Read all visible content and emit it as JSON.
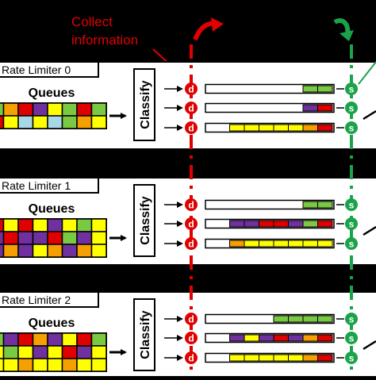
{
  "header": {
    "collect_label_line1": "Collect",
    "collect_label_line2": "information"
  },
  "colors": {
    "background": "#000000",
    "panel": "#ffffff",
    "red_line": "#e00000",
    "green_line": "#1aa34a",
    "yellow": "#ffff00",
    "orange": "#f5a000",
    "purple": "#7030a0",
    "red": "#e00000",
    "green": "#7ac943",
    "light_blue": "#a6d8e6"
  },
  "queues_label": "Queues",
  "classify_label": "Classify",
  "d_label": "d",
  "s_label": "s",
  "limiters": [
    {
      "title": "Rate Limiter 0",
      "queue_rows": [
        [
          "green",
          "orange",
          "red",
          "purple",
          "yellow",
          "green",
          "red",
          "green"
        ],
        [
          "red",
          "yellow",
          "light_blue",
          "yellow",
          "light_blue",
          "green",
          "orange",
          "yellow"
        ]
      ],
      "flows": [
        [
          "green",
          "green"
        ],
        [
          "purple",
          "red"
        ],
        [
          "yellow",
          "yellow",
          "yellow",
          "yellow",
          "yellow",
          "orange",
          "red"
        ]
      ]
    },
    {
      "title": "Rate Limiter 1",
      "queue_rows": [
        [
          "red",
          "yellow",
          "red",
          "yellow",
          "purple",
          "yellow",
          "green",
          "yellow"
        ],
        [
          "purple",
          "red",
          "purple",
          "purple",
          "red",
          "green",
          "purple",
          "yellow"
        ],
        [
          "purple",
          "orange",
          "purple",
          "yellow",
          "orange",
          "purple",
          "orange",
          "yellow"
        ]
      ],
      "flows": [
        [
          "green",
          "green"
        ],
        [
          "purple",
          "purple",
          "red",
          "red",
          "purple",
          "green",
          "red"
        ],
        [
          "orange",
          "yellow",
          "yellow",
          "yellow",
          "yellow",
          "yellow",
          "yellow"
        ]
      ]
    },
    {
      "title": "Rate Limiter 2",
      "queue_rows": [
        [
          "green",
          "purple",
          "red",
          "orange",
          "purple",
          "yellow",
          "red",
          "green"
        ],
        [
          "yellow",
          "green",
          "yellow",
          "purple",
          "yellow",
          "red",
          "purple",
          "yellow"
        ],
        [
          "yellow",
          "yellow",
          "orange",
          "yellow",
          "yellow",
          "orange",
          "yellow",
          "yellow"
        ]
      ],
      "flows": [
        [
          "green",
          "green",
          "green",
          "green"
        ],
        [
          "purple",
          "yellow",
          "purple",
          "red",
          "purple",
          "orange",
          "red"
        ],
        [
          "yellow",
          "yellow",
          "yellow",
          "yellow",
          "yellow",
          "orange",
          "red"
        ]
      ]
    }
  ]
}
